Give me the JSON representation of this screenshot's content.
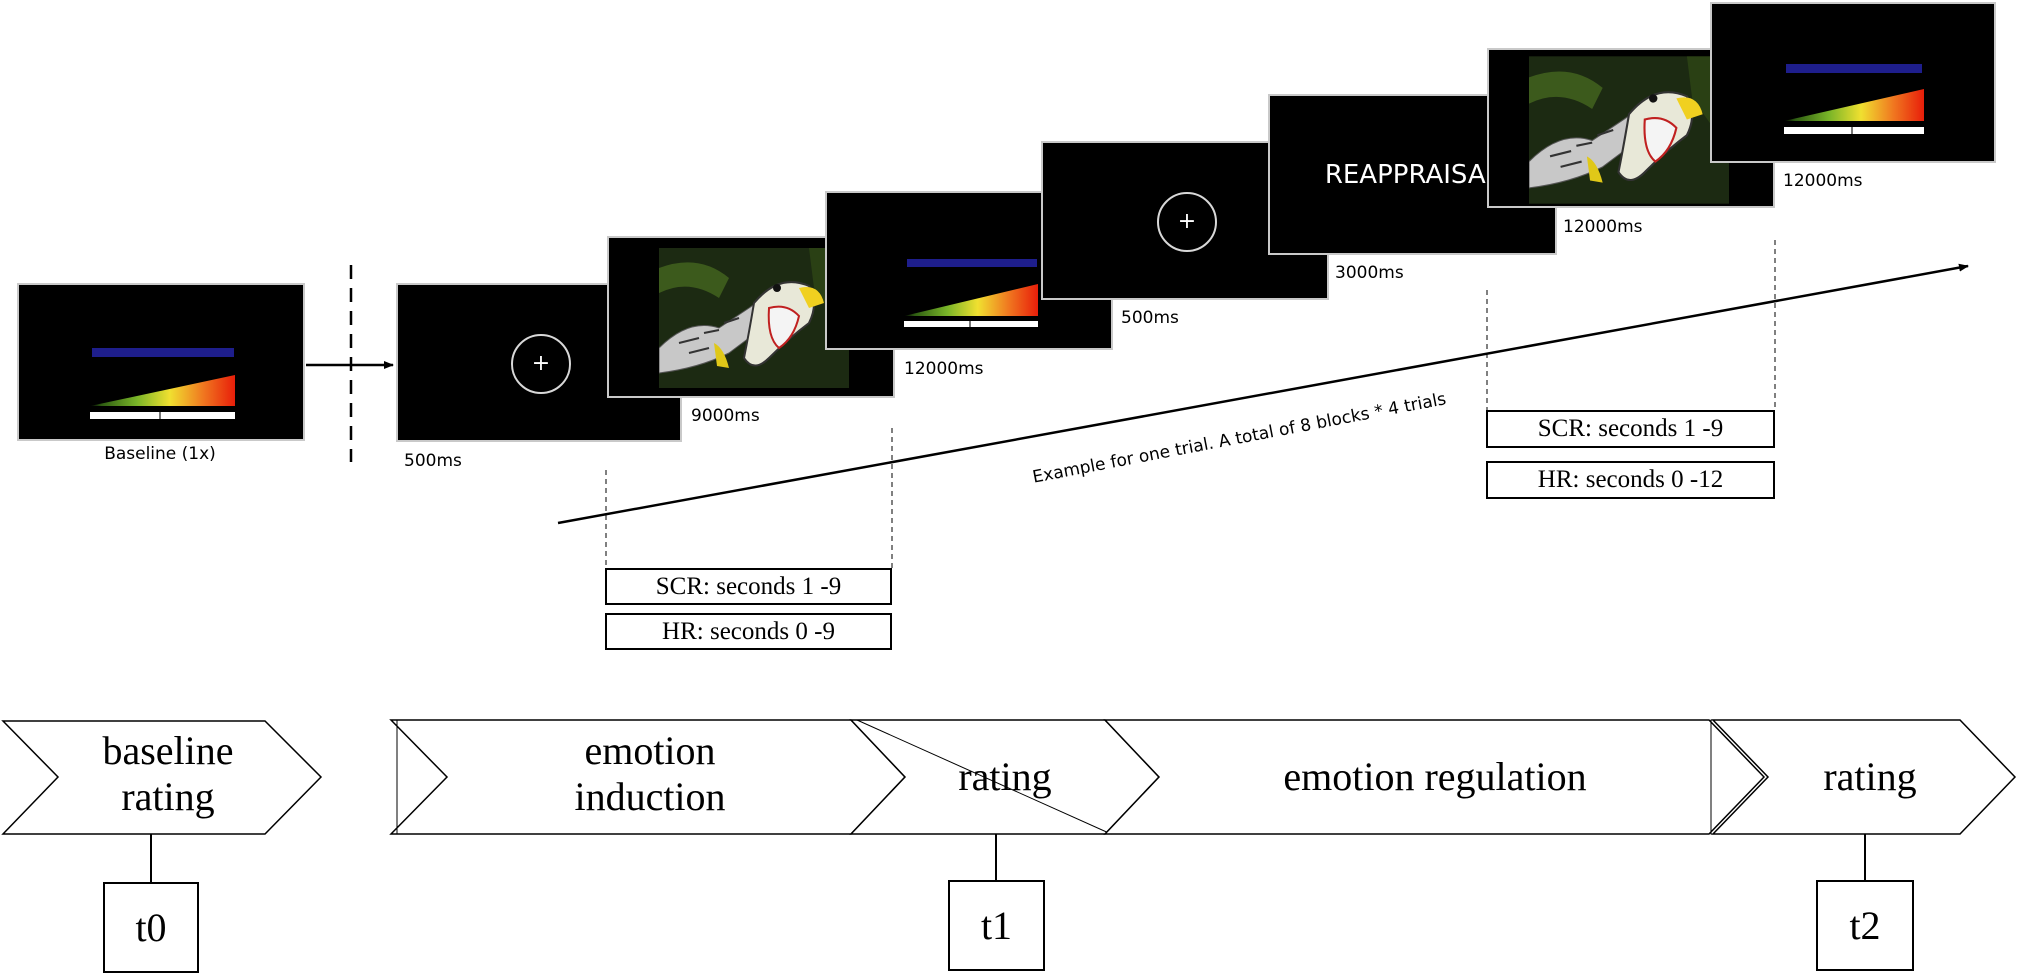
{
  "screens": {
    "baseline_label": "Baseline (1x)",
    "reappraisal": "REAPPRAISAL",
    "fixation_symbol": "+"
  },
  "durations": {
    "fixation1": "500ms",
    "picture": "9000ms",
    "rating1": "12000ms",
    "fixation2": "500ms",
    "instruction": "3000ms",
    "regulation": "12000ms",
    "rating2": "12000ms"
  },
  "trial_note": "Example for one trial. A total of 8 blocks * 4 trials",
  "measures": {
    "induction": {
      "scr": "SCR: seconds 1 -9",
      "hr": "HR: seconds 0 -9"
    },
    "regulation": {
      "scr": "SCR: seconds 1 -9",
      "hr": "HR: seconds 0 -12"
    }
  },
  "phases": [
    {
      "label": "baseline\nrating"
    },
    {
      "label": "emotion\ninduction"
    },
    {
      "label": "rating"
    },
    {
      "label": "emotion regulation"
    },
    {
      "label": "rating"
    }
  ],
  "timepoints": [
    "t0",
    "t1",
    "t2"
  ],
  "colors": {
    "screen": "#000000",
    "screen_border": "#c9c9c9",
    "line": "#000000",
    "option_bar": "#1e1e8c",
    "scale_low": "#2e5d12",
    "scale_mid": "#f0e030",
    "scale_high": "#e81e0a"
  }
}
